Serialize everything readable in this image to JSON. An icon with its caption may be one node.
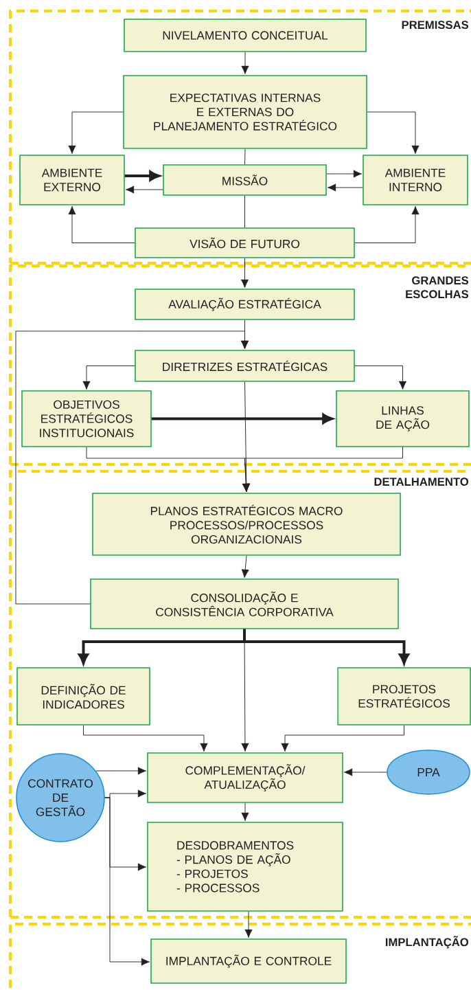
{
  "diagram": {
    "nodes": [
      {
        "text": [
          "PREMISSAS"
        ]
      },
      {
        "text": [
          "NIVELAMENTO CONCEITUAL"
        ],
        "in": 0
      },
      {
        "text": [
          "EXPECTATIVAS INTERNAS E EXTERNAS DO PLANEJAMENTO ESTRATÉGICO"
        ],
        "in": 0
      },
      {
        "text": [
          "AMBIENTE EXTERNO"
        ],
        "in": 0
      },
      {
        "text": [
          "MISSÃO"
        ],
        "in": 0
      },
      {
        "text": [
          "AMBIENTE INTERNO"
        ],
        "in": 0
      },
      {
        "text": [
          "VISÃO DE FUTURO"
        ],
        "in": 0
      },
      {
        "text": [
          "GRANDES ESCOLHAS"
        ]
      },
      {
        "text": [
          "AVALIAÇÃO ESTRATÉGICA"
        ],
        "in": 7
      },
      {
        "text": [
          "DIRETRIZES ESTRATÉGICAS"
        ],
        "in": 7
      },
      {
        "text": [
          "OBJETIVOS ESTRATÉGICOS INSTITUCIONAIS"
        ],
        "in": 7
      },
      {
        "text": [
          "LINHAS DE AÇÃO"
        ],
        "in": 7
      },
      {
        "text": [
          "DETALHAMENTO"
        ]
      },
      {
        "text": [
          "PLANOS ESTRATÉGICOS MACRO PROCESSOS/PROCESSOS ORGANIZACIONAIS"
        ],
        "in": 12
      },
      {
        "text": [
          "CONSOLIDAÇÃO E CONSISTÊNCIA CORPORATIVA"
        ],
        "in": 12
      },
      {
        "text": [
          "DEFINIÇÃO DE INDICADORES"
        ],
        "in": 12
      },
      {
        "text": [
          "PROJETOS ESTRATÉGICOS"
        ],
        "in": 12
      },
      {
        "text": [
          "COMPLEMENTAÇÃO/ ATUALIZAÇÃO"
        ],
        "in": 12
      },
      {
        "text": [
          "CONTRATO DE GESTÃO"
        ],
        "in": 12
      },
      {
        "text": [
          "PPA"
        ],
        "in": 12
      },
      {
        "text": [
          "DESDOBRAMENTOS",
          "- PLANOS DE AÇÃO",
          "- PROJETOS",
          "- PROCESSOS"
        ],
        "in": 12
      },
      {
        "text": [
          "IMPLANTAÇÃO"
        ]
      },
      {
        "text": [
          "IMPLANTAÇÃO E CONTROLE"
        ],
        "in": 21
      }
    ],
    "edges": [
      {
        "from": 1,
        "to": 2,
        "arrow": "to"
      },
      {
        "from": 2,
        "to": 3,
        "arrow": "to"
      },
      {
        "from": 2,
        "to": 5,
        "arrow": "to"
      },
      {
        "from": 2,
        "to": 4,
        "arrow": "none"
      },
      {
        "from": 3,
        "to": 4,
        "arrow": "to",
        "style": "thick"
      },
      {
        "from": 4,
        "to": 3,
        "arrow": "to"
      },
      {
        "from": 4,
        "to": 5,
        "arrow": "to"
      },
      {
        "from": 5,
        "to": 4,
        "arrow": "to"
      },
      {
        "from": 4,
        "to": 6,
        "arrow": "none"
      },
      {
        "from": 6,
        "to": 3,
        "arrow": "to"
      },
      {
        "from": 6,
        "to": 5,
        "arrow": "to"
      },
      {
        "from": 6,
        "to": 8,
        "arrow": "to"
      },
      {
        "from": 8,
        "to": 9,
        "arrow": "to"
      },
      {
        "from": 14,
        "to": 9,
        "arrow": "to"
      },
      {
        "from": 9,
        "to": 10,
        "arrow": "to"
      },
      {
        "from": 9,
        "to": 11,
        "arrow": "to"
      },
      {
        "from": 10,
        "to": 11,
        "arrow": "to",
        "style": "thick"
      },
      {
        "from": 9,
        "to": 13,
        "arrow": "to"
      },
      {
        "from": 10,
        "to": 13,
        "arrow": "to"
      },
      {
        "from": 11,
        "to": 13,
        "arrow": "to"
      },
      {
        "from": 13,
        "to": 14,
        "arrow": "to"
      },
      {
        "from": 14,
        "to": 15,
        "arrow": "to",
        "style": "thick"
      },
      {
        "from": 14,
        "to": 16,
        "arrow": "to",
        "style": "thick"
      },
      {
        "from": 14,
        "to": 17,
        "arrow": "to"
      },
      {
        "from": 15,
        "to": 17,
        "arrow": "to"
      },
      {
        "from": 16,
        "to": 17,
        "arrow": "to"
      },
      {
        "from": 18,
        "to": 17,
        "arrow": "to"
      },
      {
        "from": 19,
        "to": 17,
        "arrow": "to"
      },
      {
        "from": 17,
        "to": 20,
        "arrow": "to"
      },
      {
        "from": 18,
        "to": 17,
        "arrow": "to"
      },
      {
        "from": 18,
        "to": 20,
        "arrow": "to"
      },
      {
        "from": 18,
        "to": 22,
        "arrow": "to"
      },
      {
        "from": 20,
        "to": 22,
        "arrow": "to"
      }
    ]
  }
}
